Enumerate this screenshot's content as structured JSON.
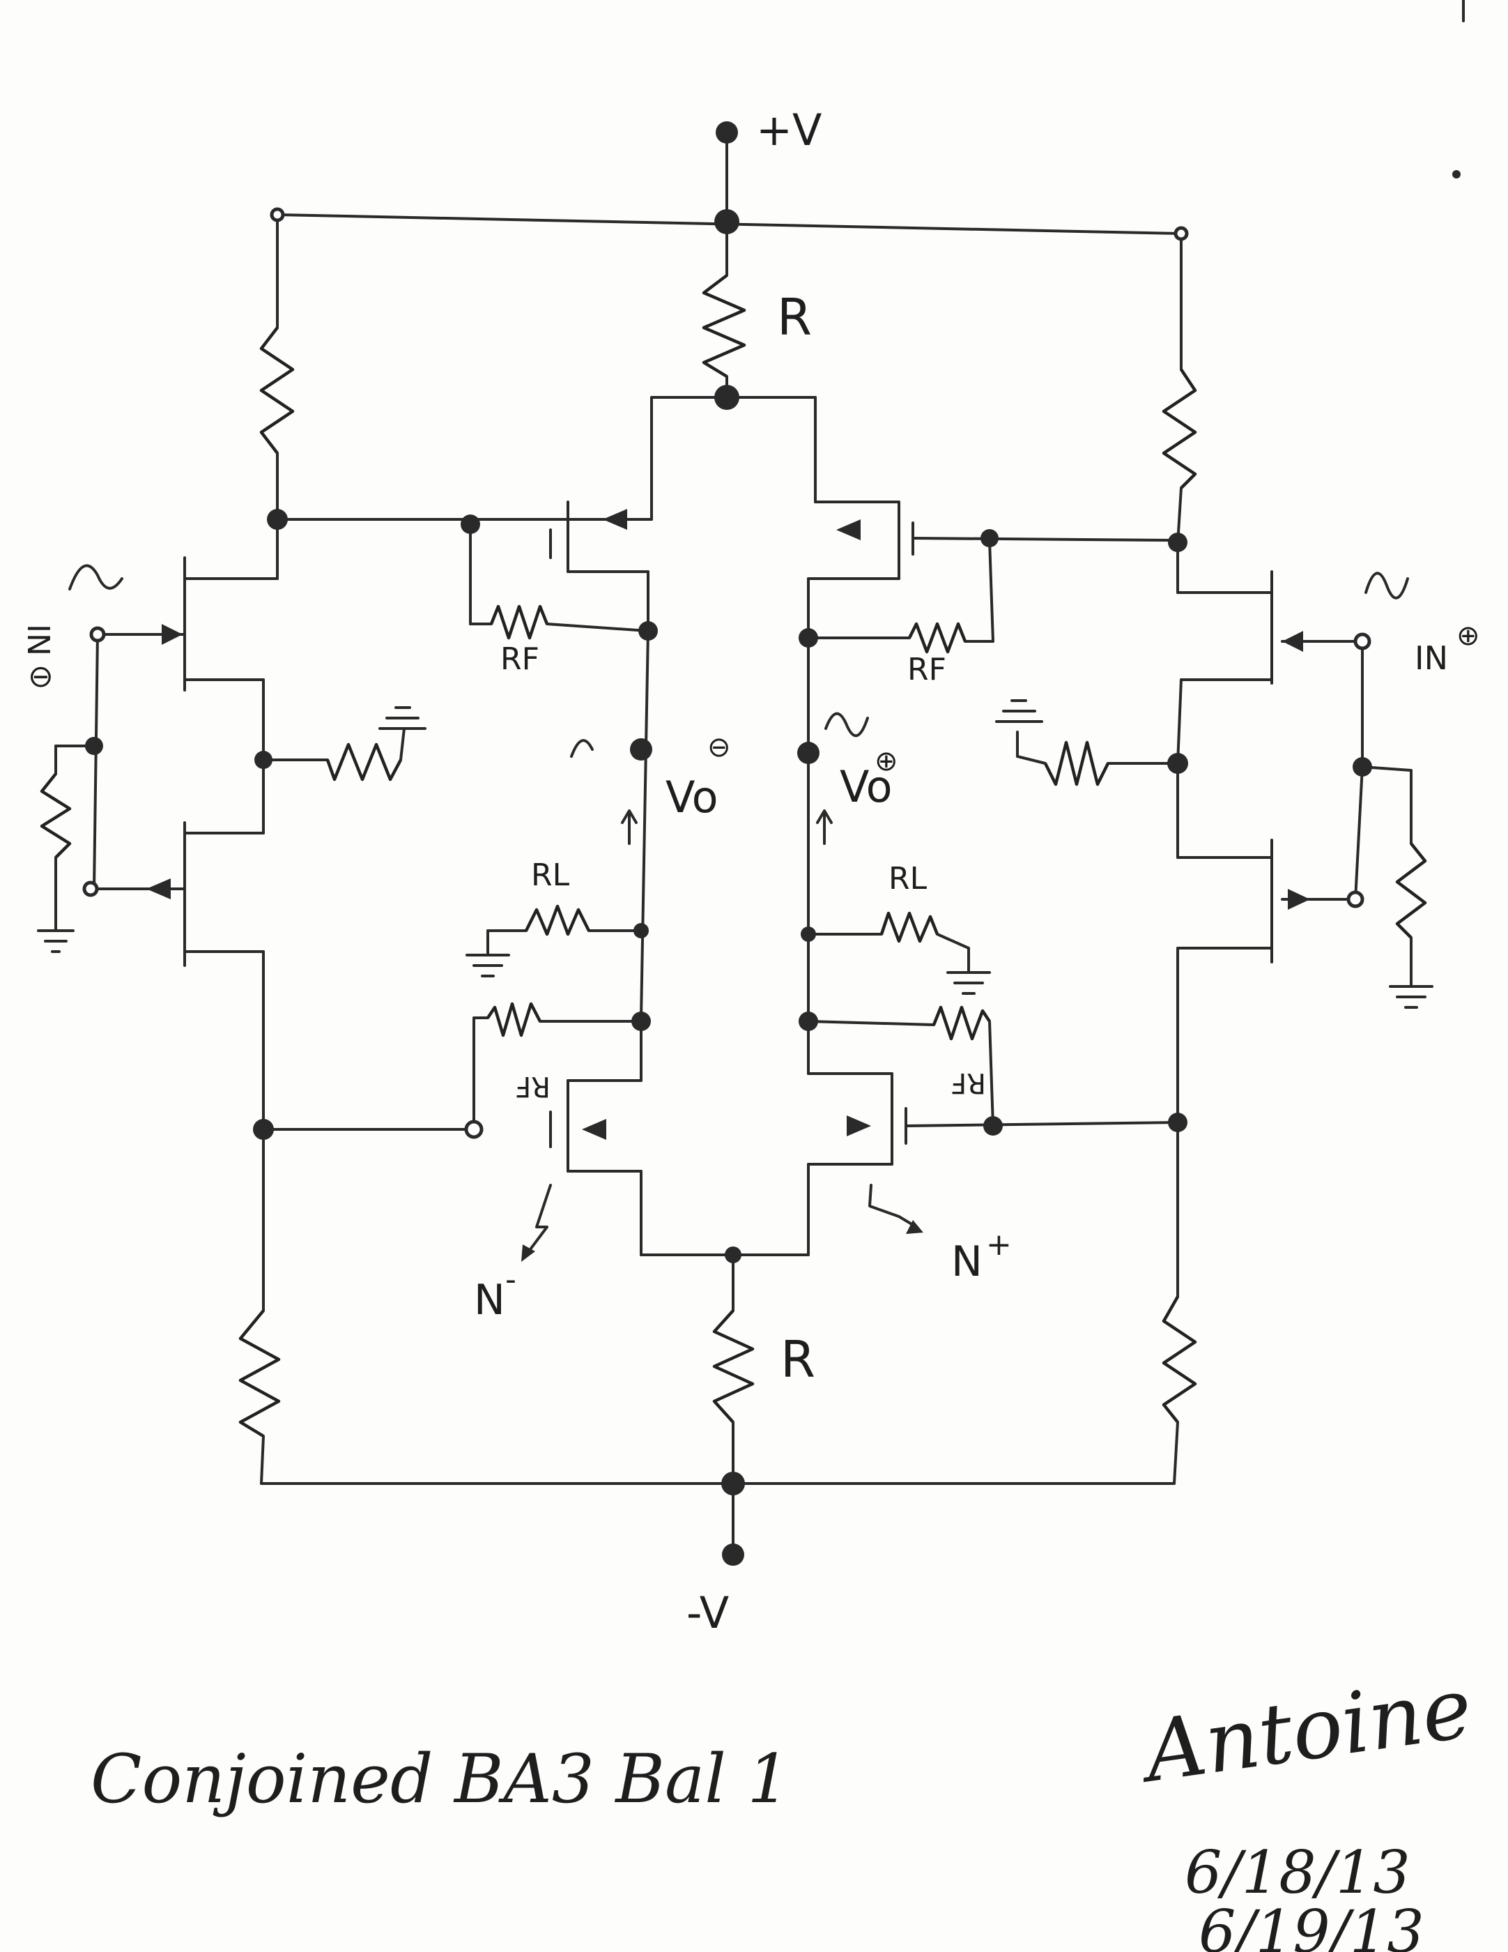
{
  "supply": {
    "positive": "+V",
    "negative": "-V"
  },
  "resistors": {
    "rail": "R",
    "feedback": "RF",
    "load": "RL"
  },
  "outputs": {
    "left": "Vo",
    "left_sign": "⊖",
    "right": "Vo",
    "right_sign": "⊕"
  },
  "inputs": {
    "left": "IN",
    "left_sign": "⊖",
    "right": "IN",
    "right_sign": "⊕"
  },
  "nodes": {
    "left_bottom": "N",
    "left_bottom_sign": "-",
    "right_bottom": "N",
    "right_bottom_sign": "+"
  },
  "caption": "Conjoined BA3 Bal 1",
  "signature": "Antoine",
  "dates": [
    "6/18/13",
    "6/19/13"
  ]
}
